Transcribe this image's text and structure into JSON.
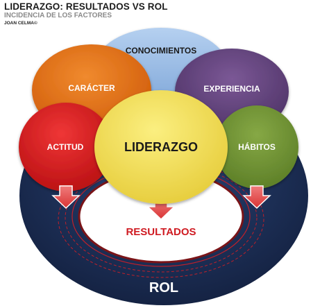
{
  "header": {
    "title": "LIDERAZGO: RESULTADOS VS ROL",
    "subtitle": "INCIDENCIA DE LOS FACTORES",
    "author": "JOAN CELMA©"
  },
  "diagram": {
    "outer": "ROL",
    "result": "RESULTADOS",
    "center": "LIDERAZGO",
    "factors": {
      "conocimientos": "CONOCIMIENTOS",
      "caracter": "CARÁCTER",
      "experiencia": "EXPERIENCIA",
      "actitud": "ACTITUD",
      "habitos": "HÁBITOS"
    }
  },
  "colors": {
    "rol": "#1d3057",
    "conocimientos": "#92b6e2",
    "caracter": "#e46a12",
    "experiencia": "#5e3f78",
    "actitud": "#d71c1c",
    "habitos": "#6f9232",
    "liderazgo": "#f2df55",
    "resultados_text": "#cf1b22",
    "arrow": "#e54a4a"
  }
}
